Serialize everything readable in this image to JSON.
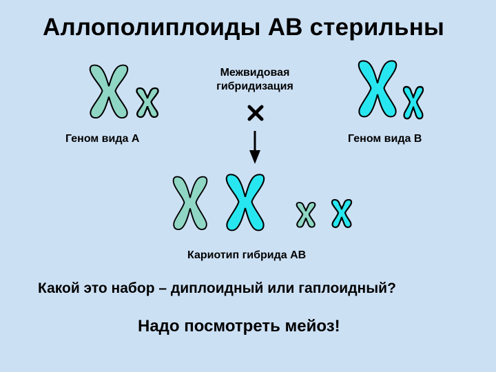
{
  "title": "Аллополиплоиды АВ стерильны",
  "process_label": "Межвидовая гибридизация",
  "genome_a_label": "Геном вида А",
  "genome_b_label": "Геном вида В",
  "karyotype_label": "Кариотип гибрида АВ",
  "question": "Какой это набор – диплоидный или гаплоидный?",
  "answer": "Надо посмотреть мейоз!",
  "colors": {
    "background": "#cce0f4",
    "genome_a_chromosome": "#8fd6c4",
    "genome_b_chromosome": "#28e6f0",
    "outline": "#000000"
  },
  "icons": [
    "cross-icon",
    "arrow-down-icon"
  ]
}
